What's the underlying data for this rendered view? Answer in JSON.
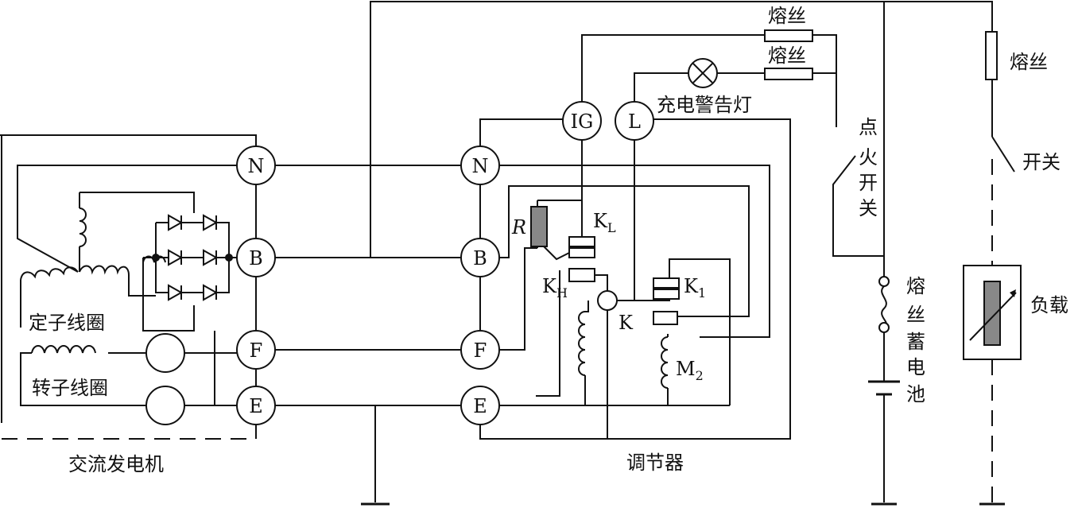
{
  "terminals": {
    "alt_n": "N",
    "alt_b": "B",
    "alt_f": "F",
    "alt_e": "E",
    "reg_n": "N",
    "reg_b": "B",
    "reg_f": "F",
    "reg_e": "E",
    "ig": "IG",
    "l": "L"
  },
  "labels": {
    "stator_coil": "定子线圈",
    "rotor_coil": "转子线圈",
    "alternator": "交流发电机",
    "regulator": "调节器",
    "charge_warning_lamp": "充电警告灯",
    "fuse_1": "熔丝",
    "fuse_2": "熔丝",
    "fuse_right": "熔丝",
    "ignition_switch_1": "点",
    "ignition_switch_2": "火",
    "ignition_switch_3": "开",
    "ignition_switch_4": "关",
    "switch": "开关",
    "fuse_battery_1": "熔",
    "fuse_battery_2": "丝",
    "battery_1": "蓄",
    "battery_2": "电",
    "battery_3": "池",
    "load": "负载",
    "r": "R",
    "kl_main": "K",
    "kl_sub": "L",
    "kh_main": "K",
    "kh_sub": "H",
    "k1_main": "K",
    "k1_sub": "1",
    "k": "K",
    "m2_main": "M",
    "m2_sub": "2"
  }
}
